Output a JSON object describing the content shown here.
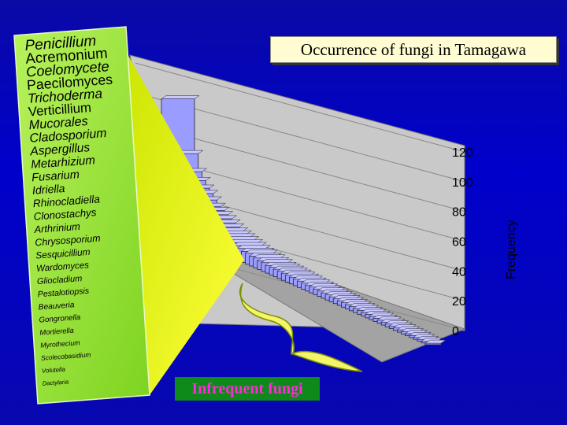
{
  "chart_data": {
    "type": "bar",
    "title": "Occurrence of fungi in Tamagawa",
    "ylabel": "Frequency",
    "yticks": [
      0,
      20,
      40,
      60,
      80,
      100,
      120
    ],
    "ylim": [
      0,
      120
    ],
    "grid": true,
    "categories": [
      "Penicillium",
      "Acremonium",
      "Coelomycete",
      "Paecilomyces",
      "Trichoderma",
      "Verticillium",
      "Mucorales",
      "Cladosporium",
      "Aspergillus",
      "Metarhizium",
      "Fusarium",
      "Idriella",
      "Rhinocladiella",
      "Clonostachys",
      "Arthrinium",
      "Chrysosporium",
      "Sesquicillium",
      "Wardomyces",
      "Gliocladium",
      "Pestalotiopsis",
      "Beauveria",
      "Gongronella",
      "Mortierella",
      "Myrothecium",
      "Scolecobasidium",
      "Volutella",
      "Dactylaria"
    ],
    "values": [
      112,
      66,
      52,
      46,
      41,
      38,
      34,
      30,
      28,
      26,
      24,
      22,
      20,
      18,
      17,
      16,
      15,
      14,
      13,
      12,
      11,
      11,
      10,
      10,
      9,
      9,
      8
    ]
  },
  "annotation": "Infrequent fungi",
  "colors": {
    "bar_front": "#9a9cff",
    "bar_top": "#c8c8ff",
    "wall": "#c6c6c6",
    "floor": "#a8a8a8",
    "panel": "#a0ec44",
    "funnel": "#f2f200"
  }
}
